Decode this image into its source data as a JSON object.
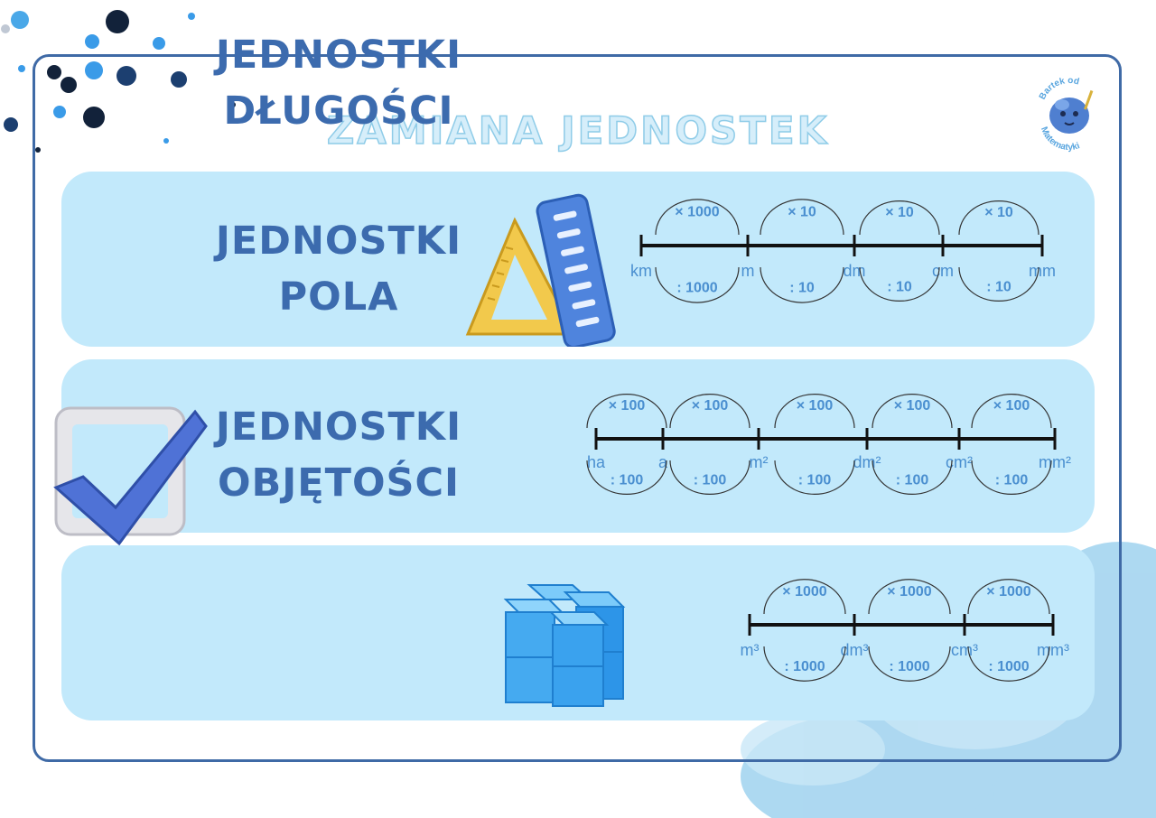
{
  "title": "ZAMIANA JEDNOSTEK",
  "logo": {
    "line1": "Bartek od",
    "line2": "Matematyki"
  },
  "panels": [
    {
      "title_line1": "JEDNOSTKI",
      "title_line2": "DŁUGOŚCI",
      "units": [
        "km",
        "m",
        "dm",
        "cm",
        "mm"
      ],
      "multiply": [
        "× 1000",
        "× 10",
        "× 10",
        "× 10"
      ],
      "divide": [
        ": 1000",
        ": 10",
        ": 10",
        ": 10"
      ]
    },
    {
      "title_line1": "JEDNOSTKI",
      "title_line2": "POLA",
      "units": [
        "ha",
        "a",
        "m²",
        "dm²",
        "cm²",
        "mm²"
      ],
      "multiply": [
        "× 100",
        "× 100",
        "× 100",
        "× 100",
        "× 100"
      ],
      "divide": [
        ": 100",
        ": 100",
        ": 100",
        ": 100",
        ": 100"
      ]
    },
    {
      "title_line1": "JEDNOSTKI",
      "title_line2": "OBJĘTOŚCI",
      "units": [
        "m³",
        "dm³",
        "cm³",
        "mm³"
      ],
      "multiply": [
        "× 1000",
        "× 1000",
        "× 1000"
      ],
      "divide": [
        ": 1000",
        ": 1000",
        ": 1000"
      ]
    }
  ],
  "colors": {
    "panel": "#c2e9fb",
    "title": "#3c6bae",
    "label": "#4a8fd0",
    "frame": "#3f6aa6"
  }
}
